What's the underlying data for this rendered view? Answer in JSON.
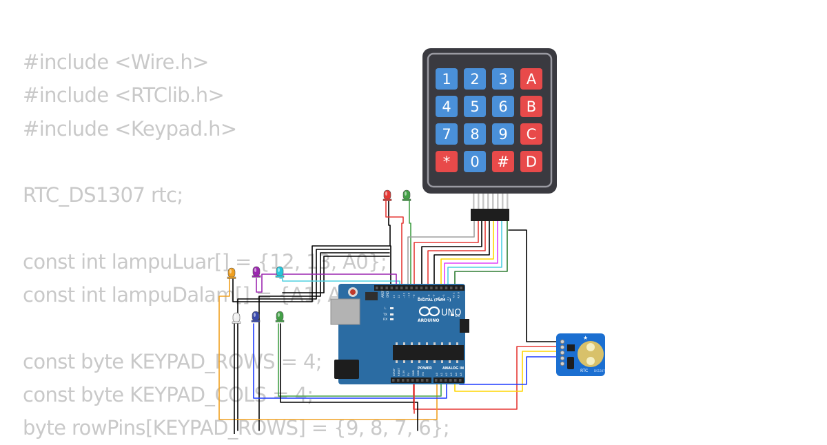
{
  "code_lines": [
    "#include <Wire.h>",
    "#include <RTClib.h>",
    "#include <Keypad.h>",
    "",
    "RTC_DS1307 rtc;",
    "",
    "const int lampuLuar[] = {12, 13, A0};",
    "const int lampuDalam[] = {A1, A2};",
    "",
    "const byte KEYPAD_ROWS = 4;",
    "const byte KEYPAD_COLS = 4;",
    "byte rowPins[KEYPAD_ROWS] = {9, 8, 7, 6};"
  ],
  "keypad": {
    "keys": [
      [
        "1",
        "2",
        "3",
        "A"
      ],
      [
        "4",
        "5",
        "6",
        "B"
      ],
      [
        "7",
        "8",
        "9",
        "C"
      ],
      [
        "*",
        "0",
        "#",
        "D"
      ]
    ],
    "colors": {
      "digit": "#4a90d9",
      "letter": "#e84a4a",
      "body": "#3a3a40"
    }
  },
  "arduino": {
    "uno_label": "UNO",
    "brand_label": "ARDUINO",
    "digital_label": "DIGITAL (PWM ~)",
    "analog_label": "ANALOG IN",
    "power_label": "POWER",
    "on_label": "ON",
    "tx_label": "TX",
    "rx_label": "RX",
    "l_label": "L",
    "aref_label": "AREF",
    "gnd_label": "GND",
    "digital_pins": [
      "13",
      "12",
      "~11",
      "~10",
      "~9",
      "8",
      "7",
      "~6",
      "~5",
      "4",
      "~3",
      "2",
      "TX 1",
      "RX 0"
    ],
    "power_pins": [
      "IOREF",
      "RESET",
      "3.3V",
      "5V",
      "GND",
      "GND",
      "Vin"
    ],
    "analog_pins": [
      "A0",
      "A1",
      "A2",
      "A3",
      "A4",
      "A5"
    ],
    "color": "#2b6ca3"
  },
  "rtc_module": {
    "label": "RTC",
    "sub_label": "DS1307",
    "color": "#1b6fd1"
  },
  "leds": [
    {
      "id": "led-red",
      "color": "#e53935"
    },
    {
      "id": "led-green-top",
      "color": "#43a047"
    },
    {
      "id": "led-orange",
      "color": "#f0a020"
    },
    {
      "id": "led-purple",
      "color": "#9c27b0"
    },
    {
      "id": "led-cyan",
      "color": "#26c6da"
    },
    {
      "id": "led-white",
      "color": "#f0f0f0"
    },
    {
      "id": "led-blue",
      "color": "#3949ab"
    },
    {
      "id": "led-green-bottom",
      "color": "#43a047"
    }
  ]
}
